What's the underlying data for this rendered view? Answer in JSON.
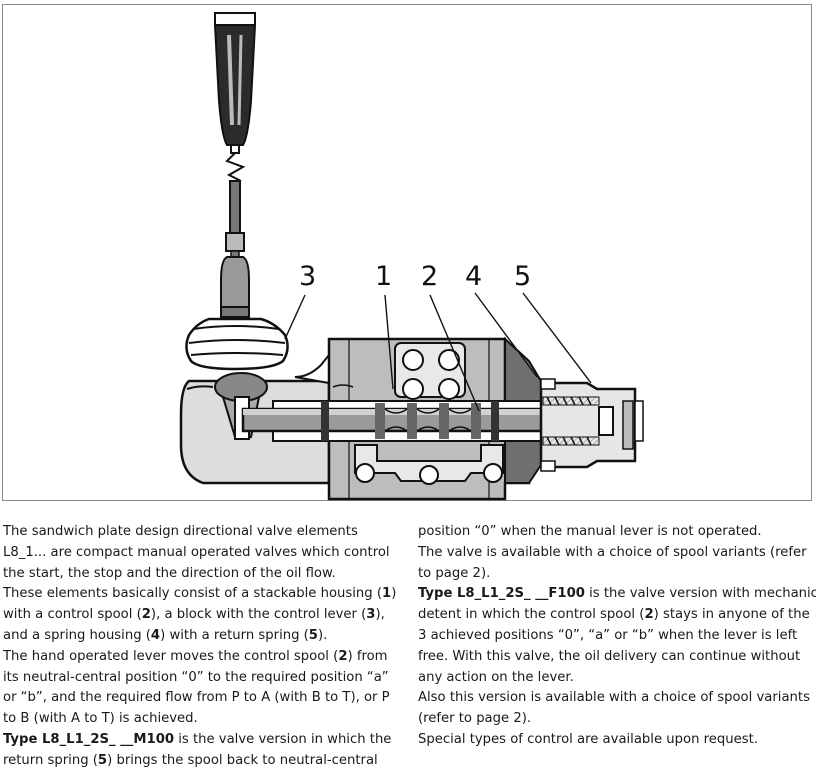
{
  "figure": {
    "callouts": [
      "3",
      "1",
      "2",
      "4",
      "5"
    ]
  },
  "text": {
    "left": [
      {
        "parts": [
          {
            "t": "The sandwich plate design directional valve elements"
          }
        ]
      },
      {
        "parts": [
          {
            "t": "L8_1... are compact  manual operated valves which control"
          }
        ]
      },
      {
        "parts": [
          {
            "t": "the start, the stop and the direction of the oil flow."
          }
        ]
      },
      {
        "parts": [
          {
            "t": "These elements basically consist of a stackable housing ("
          },
          {
            "t": "1",
            "b": true
          },
          {
            "t": ")"
          }
        ]
      },
      {
        "parts": [
          {
            "t": "with a control spool ("
          },
          {
            "t": "2",
            "b": true
          },
          {
            "t": "), a block with the control lever ("
          },
          {
            "t": "3",
            "b": true
          },
          {
            "t": "),"
          }
        ]
      },
      {
        "parts": [
          {
            "t": "and a spring housing ("
          },
          {
            "t": "4",
            "b": true
          },
          {
            "t": ") with a return spring ("
          },
          {
            "t": "5",
            "b": true
          },
          {
            "t": ")."
          }
        ]
      },
      {
        "parts": [
          {
            "t": "The hand operated lever moves the control spool ("
          },
          {
            "t": "2",
            "b": true
          },
          {
            "t": ") from"
          }
        ]
      },
      {
        "parts": [
          {
            "t": "its neutral-central position “0” to the required position “a”"
          }
        ]
      },
      {
        "parts": [
          {
            "t": "or “b”, and the required flow from P to A (with B to T), or P"
          }
        ]
      },
      {
        "parts": [
          {
            "t": "to B (with A to T) is achieved."
          }
        ]
      },
      {
        "parts": [
          {
            "t": "Type L8_L1_2S_ __M100",
            "b": true
          },
          {
            "t": " is the valve version in which the"
          }
        ]
      },
      {
        "parts": [
          {
            "t": "return spring ("
          },
          {
            "t": "5",
            "b": true
          },
          {
            "t": ") brings the spool back to neutral-central"
          }
        ]
      }
    ],
    "right": [
      {
        "parts": [
          {
            "t": "position “0” when the manual lever is not operated."
          }
        ]
      },
      {
        "parts": [
          {
            "t": "The valve is available with a choice of spool variants (refer"
          }
        ]
      },
      {
        "parts": [
          {
            "t": "to page 2)."
          }
        ]
      },
      {
        "parts": [
          {
            "t": "Type L8_L1_2S_ __F100",
            "b": true
          },
          {
            "t": " is the valve version with mechanical"
          }
        ]
      },
      {
        "parts": [
          {
            "t": "detent in which the control spool ("
          },
          {
            "t": "2",
            "b": true
          },
          {
            "t": ") stays in anyone of the"
          }
        ]
      },
      {
        "parts": [
          {
            "t": "3 achieved positions “0”,  “a” or “b” when the lever is left"
          }
        ]
      },
      {
        "parts": [
          {
            "t": "free.  With this valve, the oil delivery can continue without"
          }
        ]
      },
      {
        "parts": [
          {
            "t": "any action on the lever."
          }
        ]
      },
      {
        "parts": [
          {
            "t": "Also this version is available with a choice of spool variants"
          }
        ]
      },
      {
        "parts": [
          {
            "t": "(refer to page 2)."
          }
        ]
      },
      {
        "parts": [
          {
            "t": "Special types of control are available upon request."
          }
        ]
      }
    ]
  }
}
